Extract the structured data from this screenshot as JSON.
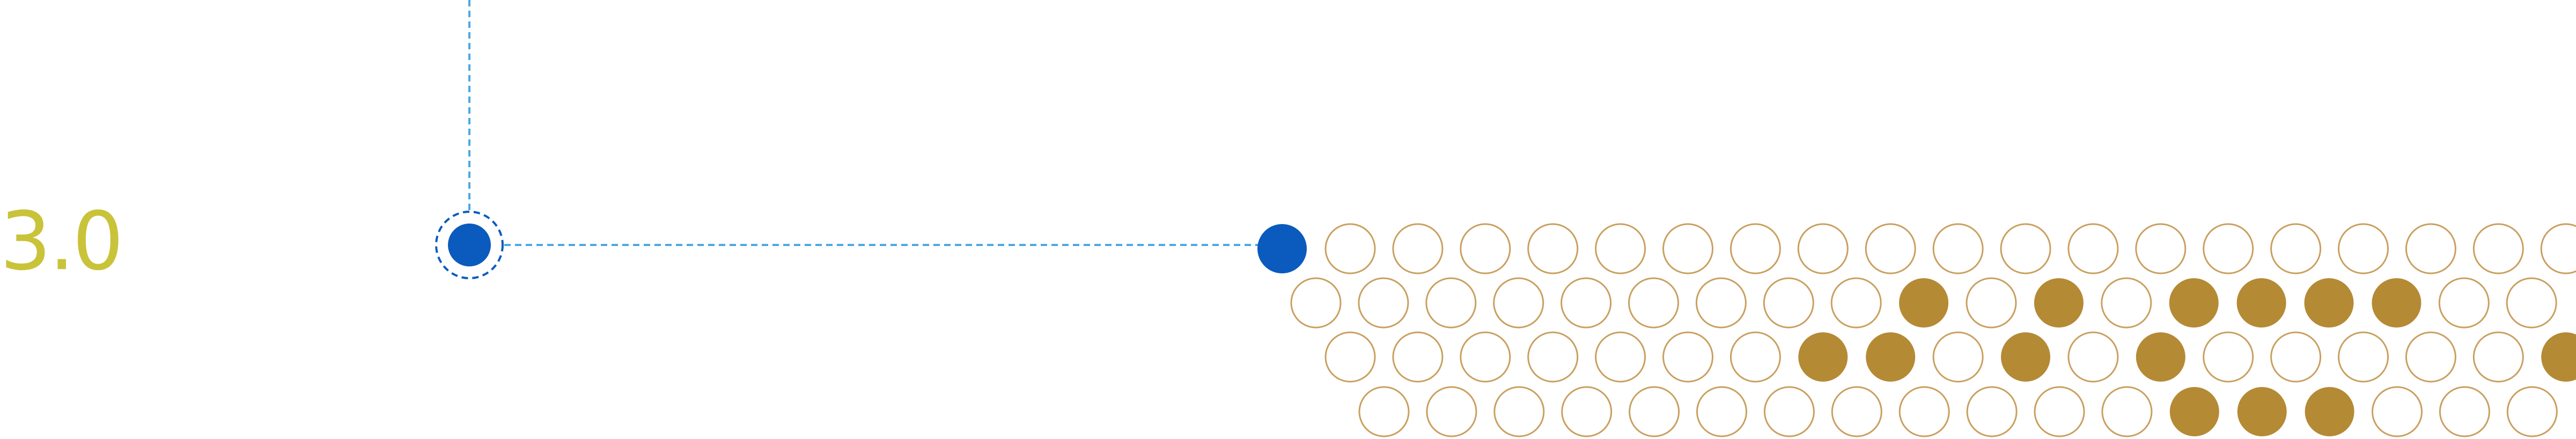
{
  "version_label": "3.0",
  "colors": {
    "label": "#c9c33a",
    "guide": "#4aa8e4",
    "active": "#0a5bbd",
    "filled": "#b58a35",
    "outline": "#c9a060"
  },
  "dot_grid": {
    "rows": [
      {
        "count": 19,
        "filled": []
      },
      {
        "count": 19,
        "filled": [
          9,
          11,
          13,
          14,
          15,
          16
        ]
      },
      {
        "count": 19,
        "filled": [
          7,
          8,
          10,
          12,
          18
        ]
      },
      {
        "count": 18,
        "filled": [
          12,
          13,
          14
        ]
      }
    ]
  }
}
